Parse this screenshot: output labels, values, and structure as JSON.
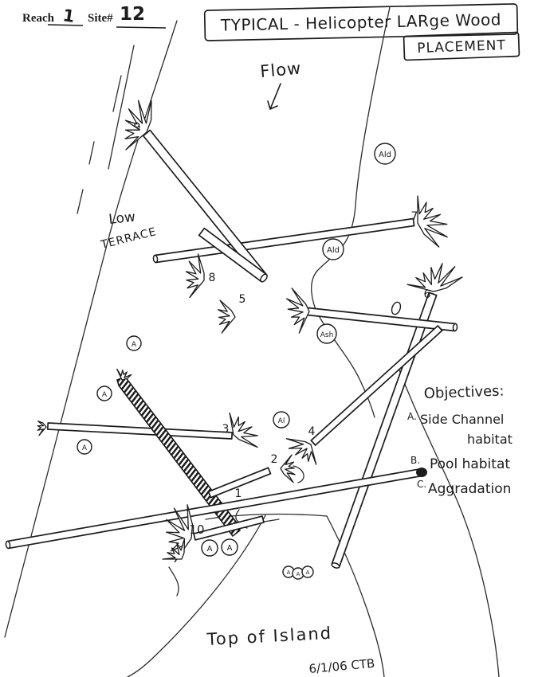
{
  "paper": {
    "background": "#ffffff",
    "ink": "#1c1c1c"
  },
  "header": {
    "reach_label": "Reach",
    "reach_value": "1",
    "site_label": "Site#",
    "site_value": "12"
  },
  "title": {
    "line1": "TYPICAL - Helicopter LARge Wood",
    "line2": "PLACEMENT"
  },
  "labels": {
    "flow": "Flow",
    "terrace_line1": "Low",
    "terrace_line2": "TERRACE",
    "island": "Top of Island",
    "date_initials": "6/1/06 CTB"
  },
  "objectives": {
    "heading": "Objectives:",
    "a_letter": "A.",
    "a_line1": "Side Channel",
    "a_line2": "habitat",
    "b_letter": "B.",
    "b_line1": "Pool habitat",
    "c_letter": "C.",
    "c_line1": "Aggradation"
  },
  "logs": [
    {
      "number": "1"
    },
    {
      "number": "2"
    },
    {
      "number": "3"
    },
    {
      "number": "4"
    },
    {
      "number": "5"
    },
    {
      "number": "6"
    },
    {
      "number": "7"
    },
    {
      "number": "8"
    },
    {
      "number": "9"
    },
    {
      "number": "10"
    }
  ],
  "tree_tags": [
    {
      "label": "Ald"
    },
    {
      "label": "Ald"
    },
    {
      "label": "Ash"
    },
    {
      "label": "Al"
    }
  ],
  "markers": [
    {
      "label": "A"
    },
    {
      "label": "A"
    },
    {
      "label": "A"
    },
    {
      "label": "A"
    },
    {
      "label": "A"
    },
    {
      "label": "A"
    },
    {
      "label": "A"
    },
    {
      "label": "A"
    }
  ]
}
